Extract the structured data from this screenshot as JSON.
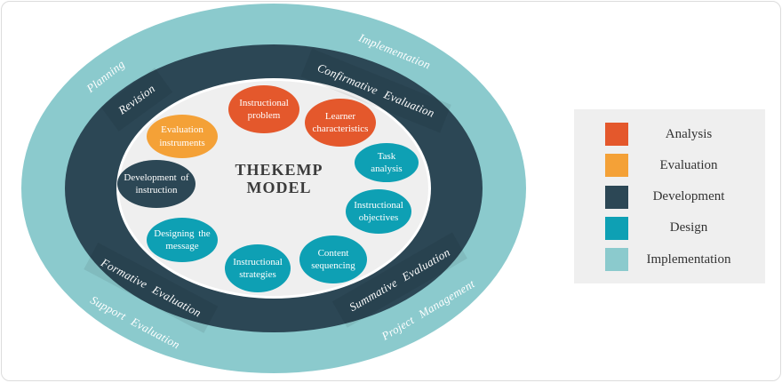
{
  "colors": {
    "analysis_orange": "#E4582C",
    "evaluation_amber": "#F4A137",
    "development_dark": "#2C4755",
    "design_teal": "#0EA0B4",
    "implementation_light_teal": "#8BCACD",
    "inner_fill": "#EFEFEF"
  },
  "diagram": {
    "title_line1": "THEKEMP",
    "title_line2": "MODEL",
    "outer_ring_labels": [
      {
        "text": "Planning"
      },
      {
        "text": "Implementation"
      },
      {
        "text": "Support Evaluation"
      },
      {
        "text": "Project Management"
      }
    ],
    "middle_ring_labels": [
      {
        "text": "Revision"
      },
      {
        "text": "Confirmative Evaluation"
      },
      {
        "text": "Formative Evaluation"
      },
      {
        "text": "Summative Evaluation"
      }
    ],
    "nodes": [
      {
        "label": "Instructional problem",
        "category": "Analysis"
      },
      {
        "label": "Learner characteristics",
        "category": "Analysis"
      },
      {
        "label": "Evaluation instruments",
        "category": "Evaluation"
      },
      {
        "label": "Task analysis",
        "category": "Design"
      },
      {
        "label": "Development of instruction",
        "category": "Development"
      },
      {
        "label": "Instructional objectives",
        "category": "Design"
      },
      {
        "label": "Designing the message",
        "category": "Design"
      },
      {
        "label": "Content sequencing",
        "category": "Design"
      },
      {
        "label": "Instructional strategies",
        "category": "Design"
      }
    ]
  },
  "legend": {
    "items": [
      {
        "label": "Analysis",
        "color": "#E4582C"
      },
      {
        "label": "Evaluation",
        "color": "#F4A137"
      },
      {
        "label": "Development",
        "color": "#2C4755"
      },
      {
        "label": "Design",
        "color": "#0EA0B4"
      },
      {
        "label": "Implementation",
        "color": "#8BCACD"
      }
    ]
  }
}
